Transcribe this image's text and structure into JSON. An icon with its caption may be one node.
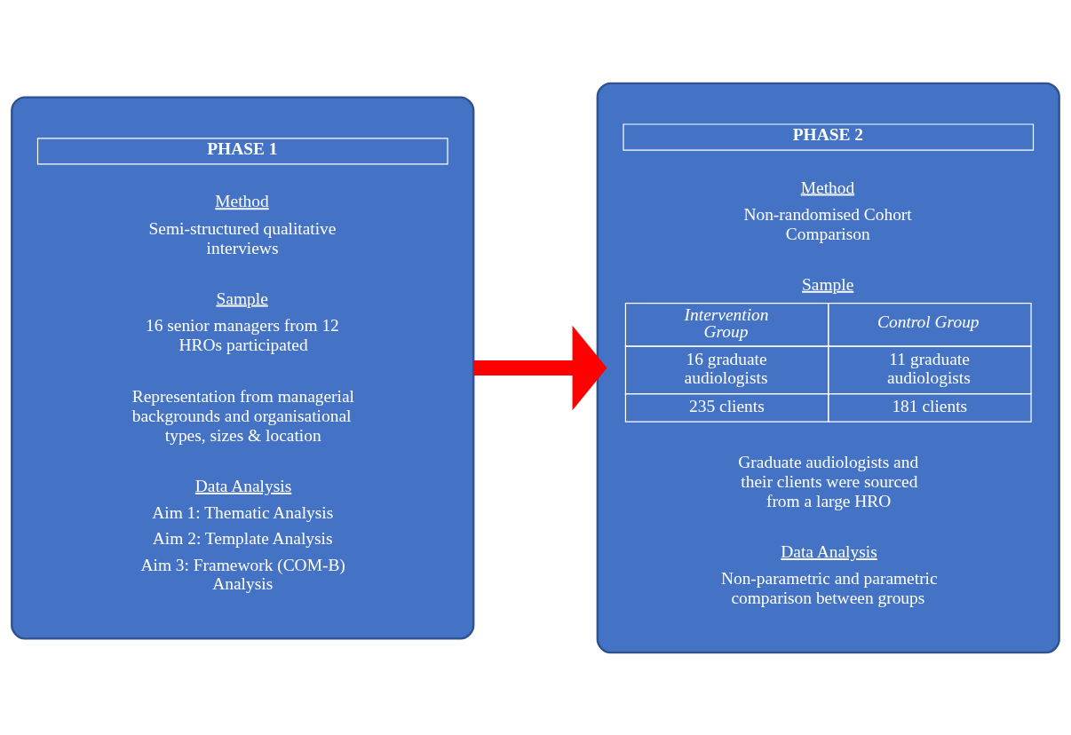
{
  "diagram": {
    "nodes": [
      {
        "text": [
          "PHASE 1",
          "Method",
          "Semi-structured qualitative interviews",
          "Sample",
          "16 senior managers from 12 HROs participated",
          "Representation from managerial backgrounds and organisational types, sizes & location",
          "Data Analysis",
          "Aim 1: Thematic Analysis",
          "Aim 2: Template Analysis",
          "Aim 3: Framework (COM-B) Analysis"
        ]
      },
      {
        "text": [
          "PHASE 2",
          "Method",
          "Non-randomised Cohort Comparison",
          "Sample",
          "Intervention Group",
          "Control Group",
          "16 graduate audiologists",
          "11 graduate audiologists",
          "235 clients",
          "181 clients",
          "Graduate audiologists and their clients were sourced from a large HRO",
          "Data Analysis",
          "Non-parametric and parametric comparison between groups"
        ]
      }
    ],
    "edges": [
      {
        "from": 0,
        "to": 1,
        "arrow": "to",
        "color": "#ff0000"
      }
    ]
  }
}
